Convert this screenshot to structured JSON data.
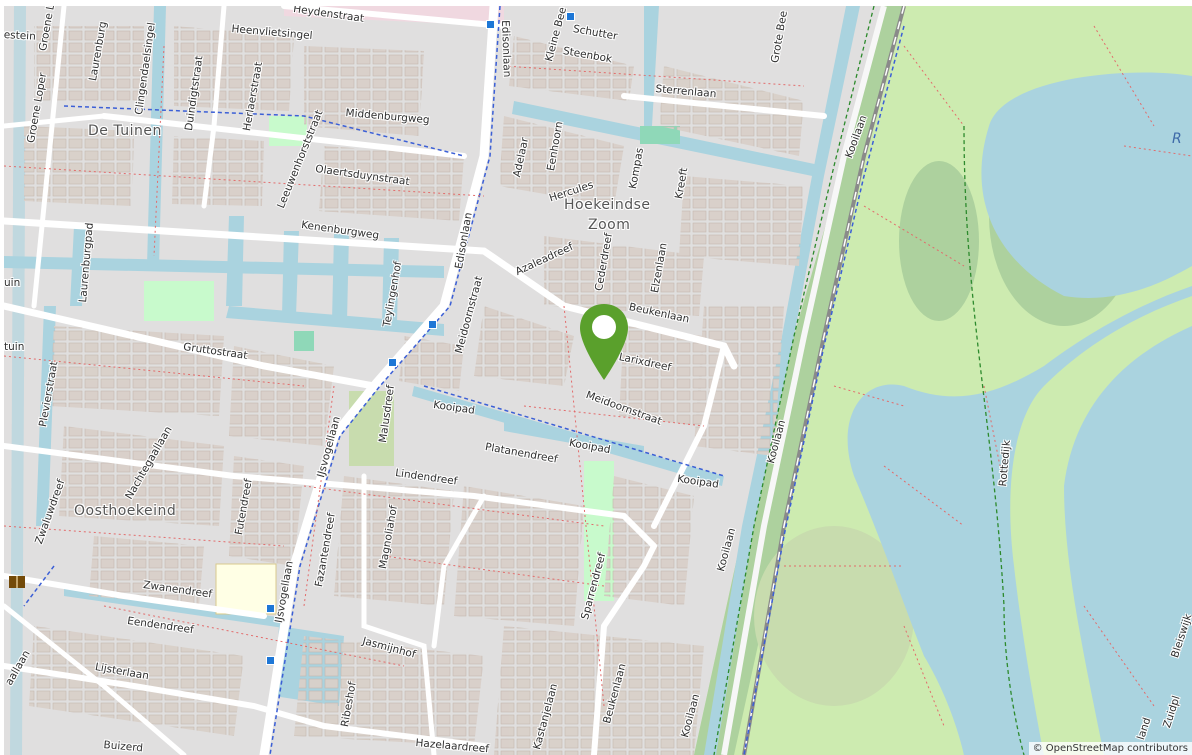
{
  "map": {
    "attribution": "© OpenStreetMap contributors",
    "marker_color": "#5aa02c",
    "colors": {
      "water": "#aad3df",
      "park": "#c8facc",
      "green": "#add19e",
      "residential": "#e0dfdf",
      "building": "#d9d0c9",
      "road": "#ffffff"
    }
  },
  "areas": {
    "de_tuinen": "De Tuinen",
    "hoekeindse": "Hoekeindse",
    "zoom": "Zoom",
    "oosthoekeind": "Oosthoekeind"
  },
  "water_fragment": "R",
  "streets": {
    "heydenstraat": "Heydenstraat",
    "heenvlietsingel": "Heenvlietsingel",
    "laurenburg": "Laurenburg",
    "clingendaelsingel": "Clingendaelsingel",
    "duindigtstraat": "Duindigtstraat",
    "herlaerstraat": "Herlaerstraat",
    "groene_loper": "Groene Loper",
    "groene_l": "Groene L",
    "estein": "estein",
    "middenburgweg": "Middenburgweg",
    "leeuwenhorststraat": "Leeuwenhorststraat",
    "olaertsduynstraat": "Olaertsduynstraat",
    "kenenburgweg": "Kenenburgweg",
    "edisonlaan": "Edisonlaan",
    "edisonlaan2": "Edisonlaan",
    "teylingenhof": "Teylingenhof",
    "laurenburgpad": "Laurenburgpad",
    "uin": "uin",
    "tuin": "tuin",
    "gruttostraat": "Gruttostraat",
    "plevierstraat": "Plevierstraat",
    "nachtegaallaan": "Nachtegaallaan",
    "zwaluwdreef": "Zwaluwdreef",
    "kleine_bee": "Kleine Bee",
    "schutter": "Schutter",
    "steenbok": "Steenbok",
    "grote_bee": "Grote Bee",
    "sterrenlaan": "Sterrenlaan",
    "adelaar": "Adelaar",
    "eenhoorn": "Eenhoorn",
    "kompas": "Kompas",
    "hercules": "Hercules",
    "kreeft": "Kreeft",
    "kooilaan1": "Kooilaan",
    "kooilaan2": "Kooilaan",
    "kooilaan3": "Kooilaan",
    "kooilaan4": "Kooilaan",
    "azaleadreef": "Azaleadreef",
    "cederdreef": "Cederdreef",
    "elzenlaan": "Elzenlaan",
    "meidoornstraat1": "Meidoornstraat",
    "meidoornstraat2": "Meidoornstraat",
    "beukenlaan": "Beukenlaan",
    "beukenlaan2": "Beukenlaan",
    "larixdreef": "Larixdreef",
    "kooipad1": "Kooipad",
    "kooipad2": "Kooipad",
    "kooipad3": "Kooipad",
    "ijsvogellaan1": "IJsvogellaan",
    "ijsvogellaan2": "IJsvogellaan",
    "malusdreef": "Malusdreef",
    "platanendreef": "Platanendreef",
    "lindendreef": "Lindendreef",
    "futendreef": "Futendreef",
    "fazantendreef": "Fazantendreef",
    "magnoliahof": "Magnoliahof",
    "zwanendreef": "Zwanendreef",
    "eendendreef": "Eendendreef",
    "lijsterlaan": "Lijsterlaan",
    "sparrendreef": "Sparrendreef",
    "jasmijnhof": "Jasmijnhof",
    "ribeshof": "Ribeshof",
    "kastanjelaan": "Kastanjelaan",
    "hazelaardreef": "Hazelaardreef",
    "buizerd": "Buizerd",
    "aallaan": "aallaan",
    "rottedijk": "Rottedijk",
    "bleiswijk": "Bleiswijk",
    "zuidpl": "Zuidpl",
    "land": "land"
  }
}
